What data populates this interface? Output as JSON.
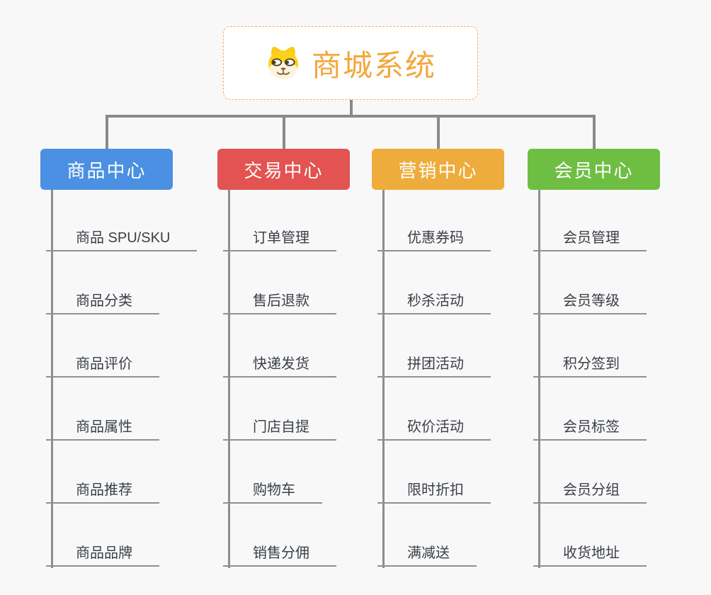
{
  "root": {
    "title": "商城系统",
    "icon": "shiba-dog-icon",
    "title_color": "#F2A73D",
    "border_color": "#F3B059",
    "background": "#FFFFFF"
  },
  "branches": [
    {
      "label": "商品中心",
      "color": "#4B90E2",
      "children": [
        "商品 SPU/SKU",
        "商品分类",
        "商品评价",
        "商品属性",
        "商品推荐",
        "商品品牌"
      ]
    },
    {
      "label": "交易中心",
      "color": "#E25351",
      "children": [
        "订单管理",
        "售后退款",
        "快递发货",
        "门店自提",
        "购物车",
        "销售分佣"
      ]
    },
    {
      "label": "营销中心",
      "color": "#EEAC3C",
      "children": [
        "优惠券码",
        "秒杀活动",
        "拼团活动",
        "砍价活动",
        "限时折扣",
        "满减送"
      ]
    },
    {
      "label": "会员中心",
      "color": "#6FBE44",
      "children": [
        "会员管理",
        "会员等级",
        "积分签到",
        "会员标签",
        "会员分组",
        "收货地址"
      ]
    }
  ],
  "connector_color": "#8A8A8A",
  "background_color": "#F8F8F8"
}
